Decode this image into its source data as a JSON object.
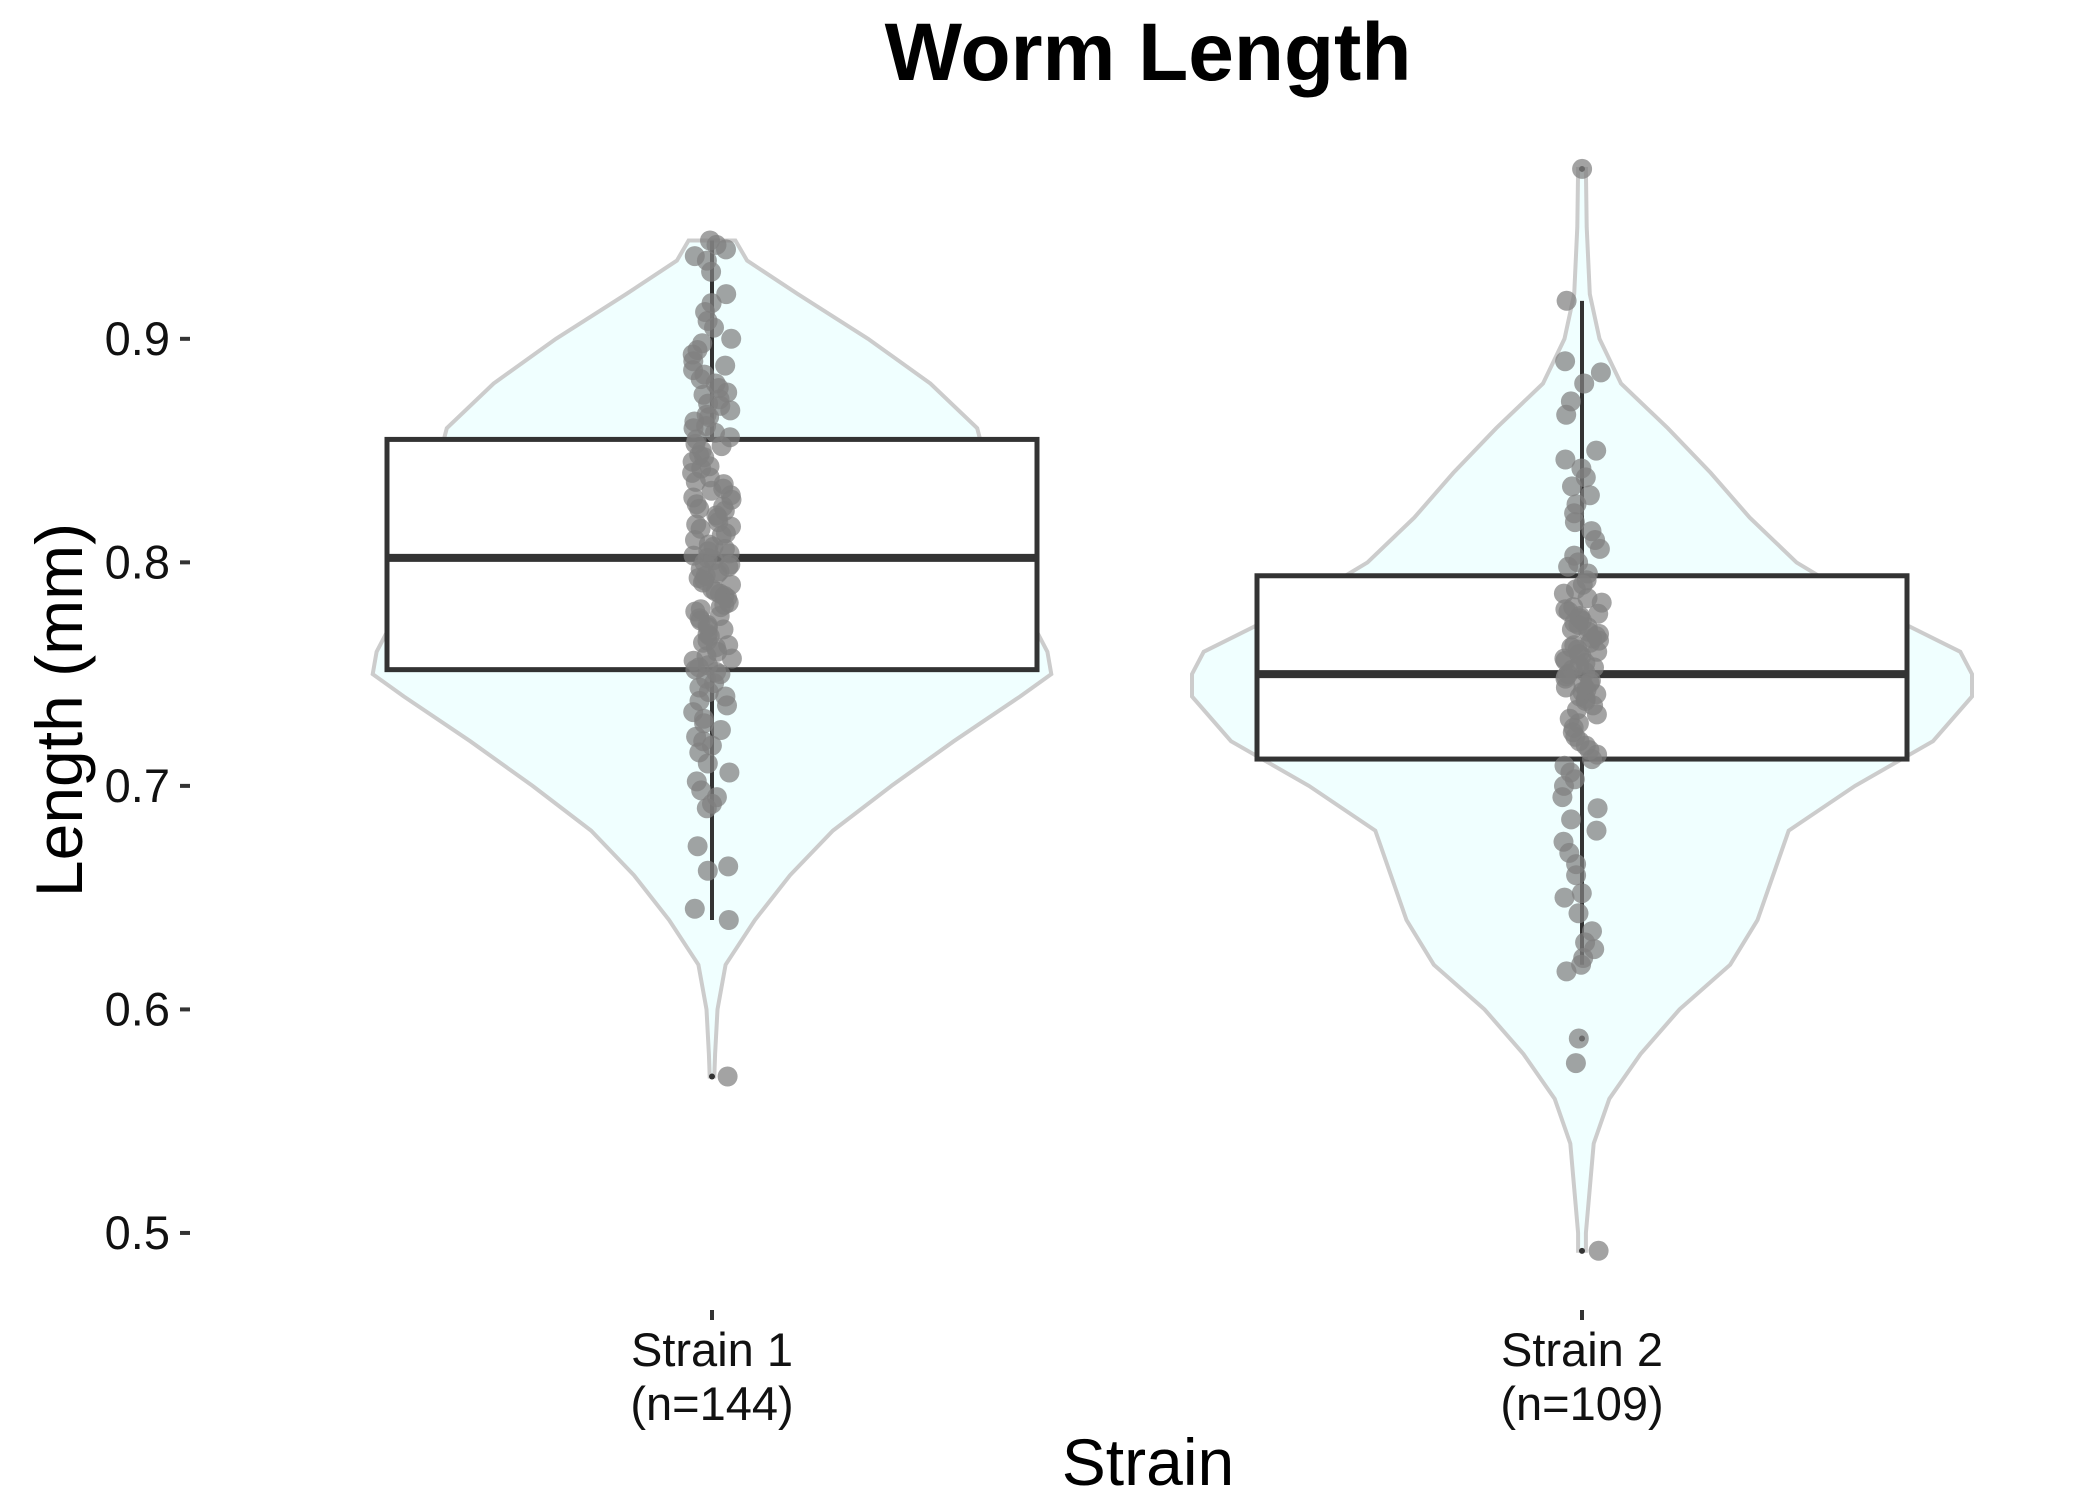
{
  "chart_data": {
    "type": "violin",
    "title": "Worm Length",
    "xlabel": "Strain",
    "ylabel": "Length (mm)",
    "ylim": [
      0.47,
      0.98
    ],
    "yticks": [
      {
        "value": 0.5,
        "label": "0.5"
      },
      {
        "value": 0.6,
        "label": "0.6"
      },
      {
        "value": 0.7,
        "label": "0.7"
      },
      {
        "value": 0.8,
        "label": "0.8"
      },
      {
        "value": 0.9,
        "label": "0.9"
      }
    ],
    "grid": false,
    "legend": "none",
    "colors": {
      "violin_fill": "#f0ffff",
      "violin_stroke": "#cccccc",
      "box": "#333333",
      "points": "#7f7f7f"
    },
    "groups": [
      {
        "label_line1": "Strain 1",
        "label_line2": "(n=144)",
        "n": 144,
        "box": {
          "q1": 0.752,
          "median": 0.802,
          "q3": 0.855,
          "whisker_low": 0.64,
          "whisker_high": 0.944
        },
        "outliers": [
          0.57
        ],
        "violin_profile": [
          [
            0.57,
            0.006
          ],
          [
            0.58,
            0.008
          ],
          [
            0.6,
            0.014
          ],
          [
            0.62,
            0.035
          ],
          [
            0.64,
            0.11
          ],
          [
            0.66,
            0.2
          ],
          [
            0.68,
            0.31
          ],
          [
            0.7,
            0.46
          ],
          [
            0.72,
            0.62
          ],
          [
            0.74,
            0.79
          ],
          [
            0.75,
            0.87
          ],
          [
            0.76,
            0.86
          ],
          [
            0.78,
            0.8
          ],
          [
            0.8,
            0.74
          ],
          [
            0.82,
            0.71
          ],
          [
            0.84,
            0.71
          ],
          [
            0.86,
            0.68
          ],
          [
            0.88,
            0.56
          ],
          [
            0.9,
            0.4
          ],
          [
            0.92,
            0.22
          ],
          [
            0.935,
            0.09
          ],
          [
            0.944,
            0.06
          ]
        ],
        "points": [
          0.57,
          0.64,
          0.645,
          0.662,
          0.664,
          0.673,
          0.69,
          0.692,
          0.695,
          0.698,
          0.702,
          0.706,
          0.71,
          0.715,
          0.718,
          0.72,
          0.722,
          0.725,
          0.728,
          0.73,
          0.733,
          0.736,
          0.738,
          0.74,
          0.742,
          0.744,
          0.746,
          0.748,
          0.75,
          0.751,
          0.752,
          0.753,
          0.754,
          0.756,
          0.757,
          0.758,
          0.76,
          0.762,
          0.763,
          0.764,
          0.765,
          0.767,
          0.768,
          0.77,
          0.771,
          0.772,
          0.774,
          0.775,
          0.776,
          0.778,
          0.779,
          0.78,
          0.781,
          0.782,
          0.784,
          0.785,
          0.786,
          0.787,
          0.788,
          0.79,
          0.791,
          0.792,
          0.793,
          0.794,
          0.795,
          0.796,
          0.797,
          0.798,
          0.799,
          0.8,
          0.801,
          0.802,
          0.803,
          0.804,
          0.805,
          0.806,
          0.807,
          0.808,
          0.81,
          0.812,
          0.813,
          0.815,
          0.816,
          0.817,
          0.818,
          0.82,
          0.821,
          0.823,
          0.824,
          0.825,
          0.826,
          0.828,
          0.829,
          0.83,
          0.832,
          0.833,
          0.835,
          0.836,
          0.838,
          0.84,
          0.842,
          0.843,
          0.845,
          0.847,
          0.848,
          0.85,
          0.852,
          0.853,
          0.855,
          0.856,
          0.858,
          0.86,
          0.861,
          0.863,
          0.865,
          0.866,
          0.868,
          0.87,
          0.871,
          0.873,
          0.875,
          0.876,
          0.878,
          0.88,
          0.882,
          0.884,
          0.886,
          0.888,
          0.89,
          0.893,
          0.895,
          0.898,
          0.9,
          0.905,
          0.908,
          0.912,
          0.916,
          0.92,
          0.93,
          0.935,
          0.937,
          0.94,
          0.942,
          0.944
        ]
      },
      {
        "label_line1": "Strain 2",
        "label_line2": "(n=109)",
        "n": 109,
        "box": {
          "q1": 0.712,
          "median": 0.75,
          "q3": 0.794,
          "whisker_low": 0.62,
          "whisker_high": 0.917
        },
        "outliers": [
          0.587,
          0.492,
          0.976
        ],
        "violin_profile": [
          [
            0.492,
            0.01
          ],
          [
            0.5,
            0.01
          ],
          [
            0.52,
            0.02
          ],
          [
            0.54,
            0.03
          ],
          [
            0.56,
            0.07
          ],
          [
            0.58,
            0.15
          ],
          [
            0.6,
            0.25
          ],
          [
            0.62,
            0.38
          ],
          [
            0.64,
            0.45
          ],
          [
            0.66,
            0.49
          ],
          [
            0.68,
            0.53
          ],
          [
            0.7,
            0.7
          ],
          [
            0.72,
            0.9
          ],
          [
            0.74,
            1.0
          ],
          [
            0.75,
            1.0
          ],
          [
            0.76,
            0.97
          ],
          [
            0.78,
            0.74
          ],
          [
            0.8,
            0.55
          ],
          [
            0.82,
            0.43
          ],
          [
            0.84,
            0.33
          ],
          [
            0.86,
            0.22
          ],
          [
            0.88,
            0.1
          ],
          [
            0.9,
            0.045
          ],
          [
            0.92,
            0.02
          ],
          [
            0.95,
            0.012
          ],
          [
            0.976,
            0.01
          ]
        ],
        "points": [
          0.492,
          0.576,
          0.587,
          0.617,
          0.62,
          0.623,
          0.627,
          0.63,
          0.635,
          0.643,
          0.65,
          0.652,
          0.66,
          0.665,
          0.67,
          0.675,
          0.68,
          0.685,
          0.69,
          0.695,
          0.7,
          0.703,
          0.706,
          0.709,
          0.712,
          0.714,
          0.716,
          0.718,
          0.72,
          0.722,
          0.724,
          0.726,
          0.728,
          0.73,
          0.732,
          0.734,
          0.736,
          0.738,
          0.739,
          0.74,
          0.741,
          0.742,
          0.743,
          0.744,
          0.745,
          0.746,
          0.747,
          0.748,
          0.749,
          0.75,
          0.751,
          0.752,
          0.753,
          0.754,
          0.755,
          0.756,
          0.757,
          0.758,
          0.759,
          0.76,
          0.761,
          0.762,
          0.763,
          0.764,
          0.765,
          0.766,
          0.767,
          0.768,
          0.769,
          0.77,
          0.771,
          0.772,
          0.773,
          0.774,
          0.775,
          0.776,
          0.777,
          0.778,
          0.779,
          0.78,
          0.782,
          0.784,
          0.786,
          0.788,
          0.79,
          0.792,
          0.795,
          0.798,
          0.8,
          0.803,
          0.806,
          0.81,
          0.814,
          0.818,
          0.822,
          0.826,
          0.83,
          0.834,
          0.838,
          0.842,
          0.846,
          0.85,
          0.866,
          0.872,
          0.88,
          0.885,
          0.89,
          0.917,
          0.976
        ]
      }
    ]
  }
}
